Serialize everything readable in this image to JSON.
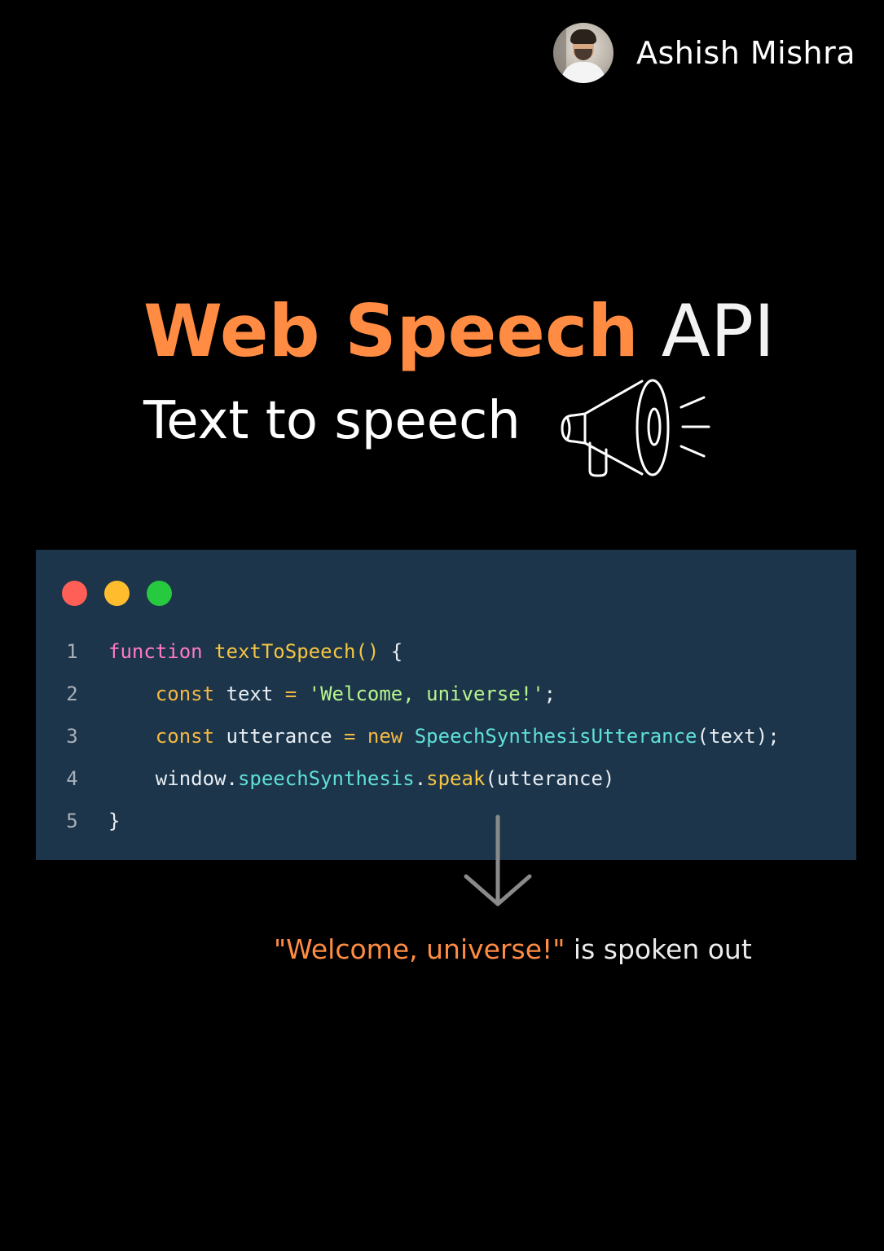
{
  "author": {
    "name": "Ashish Mishra",
    "avatar_icon": "profile-photo"
  },
  "title": {
    "part1": "Web Speech",
    "part2": "API"
  },
  "subtitle": {
    "text": "Text to speech",
    "icon": "megaphone-icon"
  },
  "code_window": {
    "dots": [
      "#ff5f56",
      "#ffbd2e",
      "#27c93f"
    ],
    "lines": [
      {
        "num": "1",
        "tokens": [
          {
            "t": "function",
            "c": "#ff79c6"
          },
          {
            "t": " ",
            "c": "#e8eef3"
          },
          {
            "t": "textToSpeech",
            "c": "#f5c542"
          },
          {
            "t": "()",
            "c": "#f5c542"
          },
          {
            "t": " {",
            "c": "#e8eef3"
          }
        ]
      },
      {
        "num": "2",
        "tokens": [
          {
            "t": "    ",
            "c": "#e8eef3"
          },
          {
            "t": "const",
            "c": "#f5b942"
          },
          {
            "t": " text ",
            "c": "#e8eef3"
          },
          {
            "t": "=",
            "c": "#f5b942"
          },
          {
            "t": " ",
            "c": "#e8eef3"
          },
          {
            "t": "'Welcome, universe!'",
            "c": "#b6f58c"
          },
          {
            "t": ";",
            "c": "#e8eef3"
          }
        ]
      },
      {
        "num": "3",
        "tokens": [
          {
            "t": "    ",
            "c": "#e8eef3"
          },
          {
            "t": "const",
            "c": "#f5b942"
          },
          {
            "t": " utterance ",
            "c": "#e8eef3"
          },
          {
            "t": "=",
            "c": "#f5b942"
          },
          {
            "t": " ",
            "c": "#e8eef3"
          },
          {
            "t": "new",
            "c": "#f5b942"
          },
          {
            "t": " ",
            "c": "#e8eef3"
          },
          {
            "t": "SpeechSynthesisUtterance",
            "c": "#5fe0d8"
          },
          {
            "t": "(text);",
            "c": "#e8eef3"
          }
        ]
      },
      {
        "num": "4",
        "tokens": [
          {
            "t": "    window.",
            "c": "#e8eef3"
          },
          {
            "t": "speechSynthesis",
            "c": "#5fe0d8"
          },
          {
            "t": ".",
            "c": "#e8eef3"
          },
          {
            "t": "speak",
            "c": "#f5c542"
          },
          {
            "t": "(utterance)",
            "c": "#e8eef3"
          }
        ]
      },
      {
        "num": "5",
        "tokens": [
          {
            "t": "}",
            "c": "#e8eef3"
          }
        ]
      }
    ]
  },
  "result": {
    "quote": "\"Welcome, universe!\"",
    "suffix": " is spoken out"
  },
  "colors": {
    "accent": "#ff8c42",
    "code_bg": "#1c354b"
  }
}
